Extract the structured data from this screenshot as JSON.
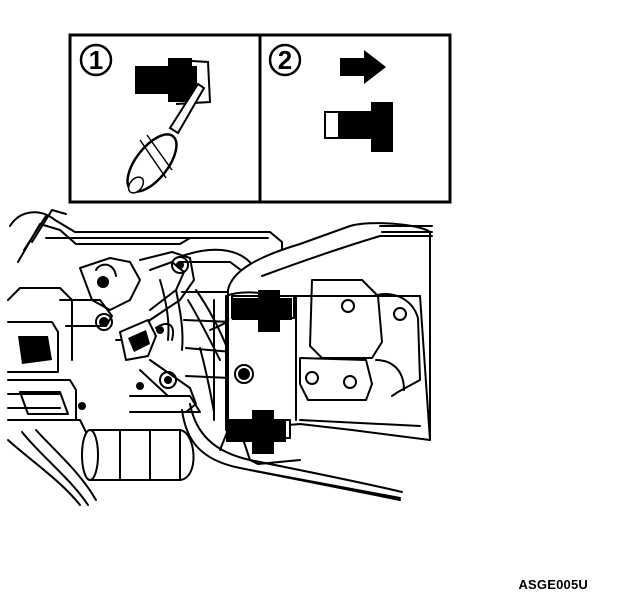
{
  "inset": {
    "steps": [
      {
        "label": "1"
      },
      {
        "label": "2"
      }
    ]
  },
  "figure_code": "ASGE005U",
  "colors": {
    "ink": "#000000",
    "paper": "#ffffff"
  }
}
